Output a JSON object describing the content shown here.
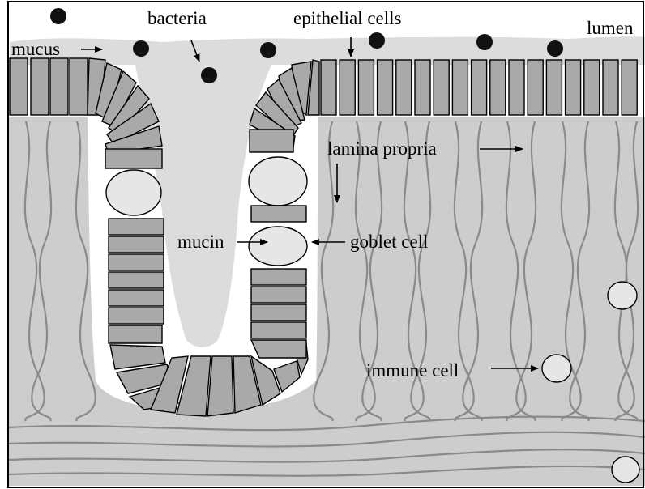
{
  "labels": {
    "mucus": "mucus",
    "bacteria": "bacteria",
    "epithelial_cells": "epithelial cells",
    "lumen": "lumen",
    "lamina_propria": "lamina propria",
    "mucin": "mucin",
    "goblet_cell": "goblet cell",
    "immune_cell": "immune cell"
  },
  "colors": {
    "tissue": "#cdcdcd",
    "mucus": "#dcdcdc",
    "cell": "#a9a9a9",
    "goblet": "#e6e6e6",
    "bacteria": "#111111",
    "fiber": "#8a8a8a",
    "outline": "#000000"
  }
}
